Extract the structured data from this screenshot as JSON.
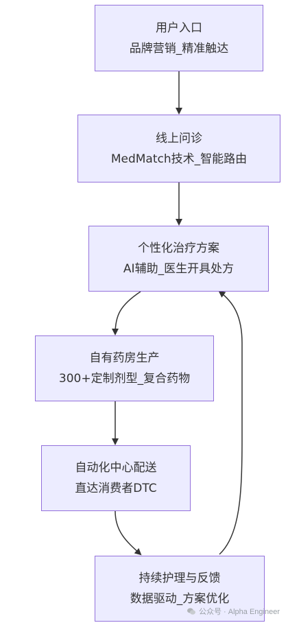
{
  "nodes": [
    {
      "id": "n1",
      "line1": "用户入口",
      "line2": "品牌营销_精准触达"
    },
    {
      "id": "n2",
      "line1": "线上问诊",
      "line2": "MedMatch技术_智能路由"
    },
    {
      "id": "n3",
      "line1": "个性化治疗方案",
      "line2": "AI辅助_医生开具处方"
    },
    {
      "id": "n4",
      "line1": "自有药房生产",
      "line2": "300+定制剂型_复合药物"
    },
    {
      "id": "n5",
      "line1": "自动化中心配送",
      "line2": "直达消费者DTC"
    },
    {
      "id": "n6",
      "line1": "持续护理与反馈",
      "line2": "数据驱动_方案优化"
    }
  ],
  "edges": [
    {
      "from": "n1",
      "to": "n2"
    },
    {
      "from": "n2",
      "to": "n3"
    },
    {
      "from": "n3",
      "to": "n4"
    },
    {
      "from": "n4",
      "to": "n5"
    },
    {
      "from": "n5",
      "to": "n6"
    },
    {
      "from": "n6",
      "to": "n3"
    }
  ],
  "watermark": "公众号 · Alpha Engineer",
  "colors": {
    "node_fill": "#ECECFF",
    "node_border": "#9370DB",
    "edge": "#333333"
  }
}
